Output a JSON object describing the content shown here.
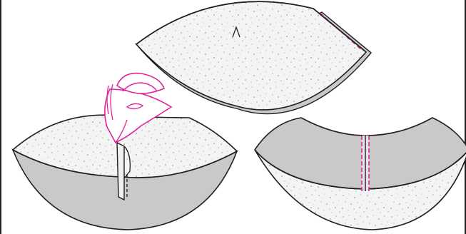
{
  "colors": {
    "outline": "#1f1f1f",
    "fabric_face": "#f4f4f4",
    "fabric_back": "#c9c9cb",
    "speckle": "#8a8a8a",
    "stitch": "#e0239b",
    "iron": "#e0239b"
  },
  "panels": [
    {
      "name": "top-arc-panel",
      "state": "stitched seam line"
    },
    {
      "name": "bottom-left-bowl",
      "state": "pressing with iron"
    },
    {
      "name": "bottom-right-bowl",
      "state": "finished seam"
    }
  ]
}
